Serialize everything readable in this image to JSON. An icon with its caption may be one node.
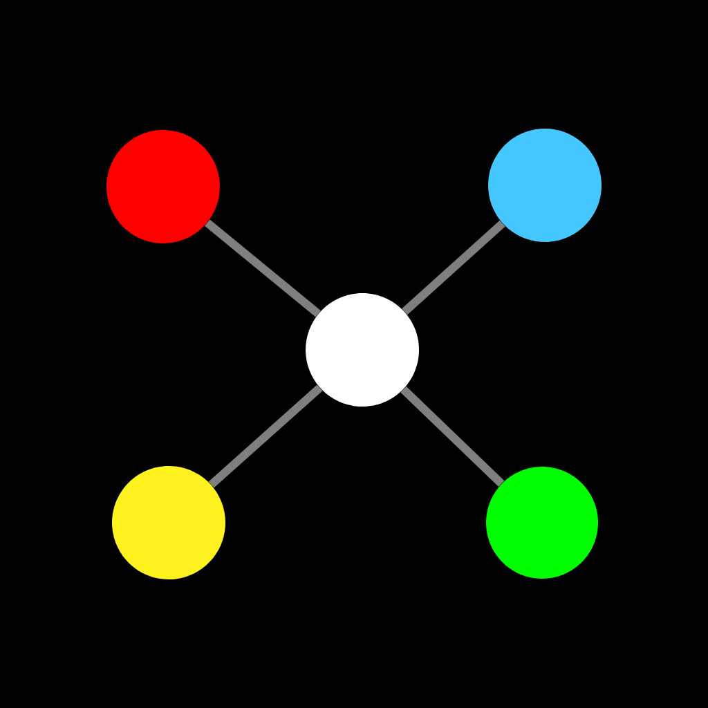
{
  "diagram": {
    "nodes": [
      {
        "text": [],
        "shape": "circle"
      },
      {
        "text": [],
        "shape": "circle"
      },
      {
        "text": [],
        "shape": "circle"
      },
      {
        "text": [],
        "shape": "circle"
      },
      {
        "text": [],
        "shape": "circle"
      }
    ],
    "edges": [
      {
        "from": 2,
        "to": 0,
        "arrow": "none"
      },
      {
        "from": 2,
        "to": 1,
        "arrow": "none"
      },
      {
        "from": 2,
        "to": 3,
        "arrow": "none"
      },
      {
        "from": 2,
        "to": 4,
        "arrow": "none"
      }
    ]
  }
}
